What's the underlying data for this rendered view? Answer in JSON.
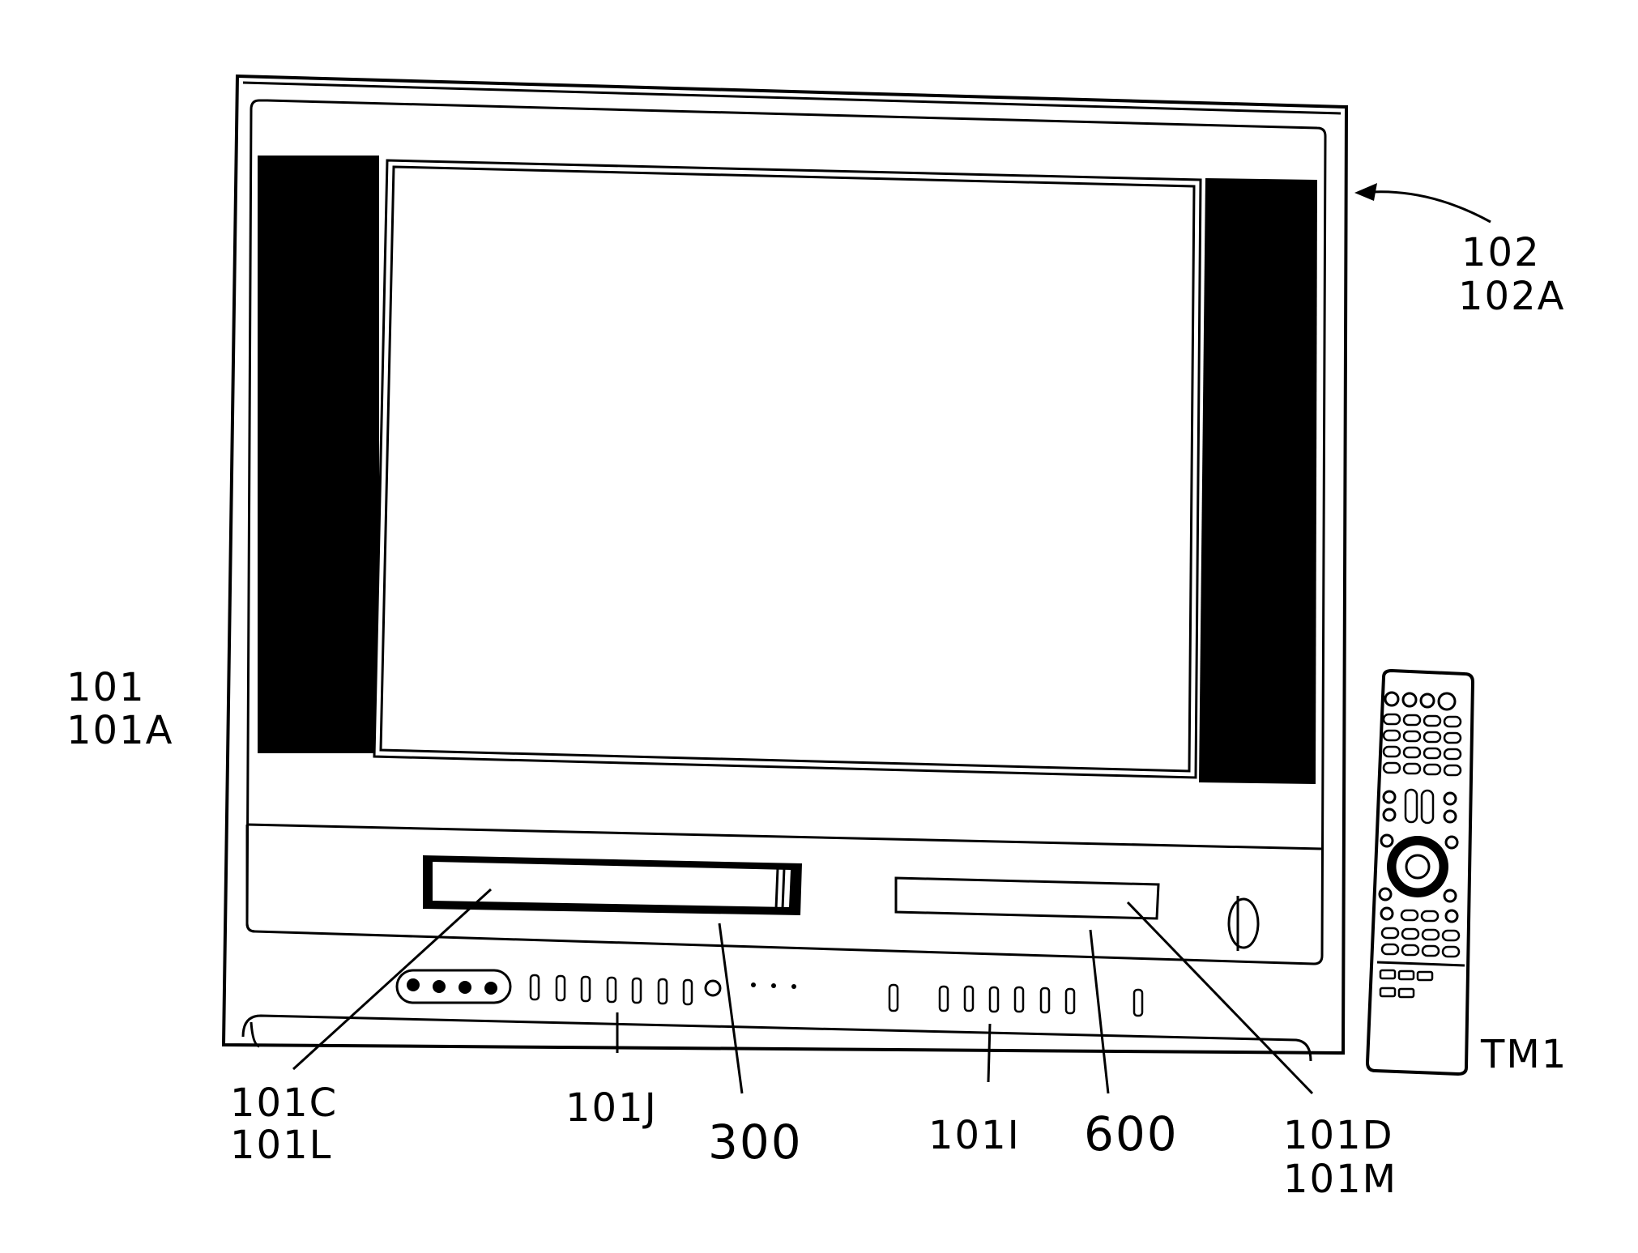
{
  "labels": {
    "tv_1": "101",
    "tv_2": "101A",
    "monitor_1": "102",
    "monitor_2": "102A",
    "tape_slot_1": "101C",
    "tape_slot_2": "101L",
    "front_buttons_left": "101J",
    "tape_deck": "300",
    "front_buttons_right": "101I",
    "disc_drive": "600",
    "disc_slot_1": "101D",
    "disc_slot_2": "101M",
    "remote": "TM1"
  }
}
